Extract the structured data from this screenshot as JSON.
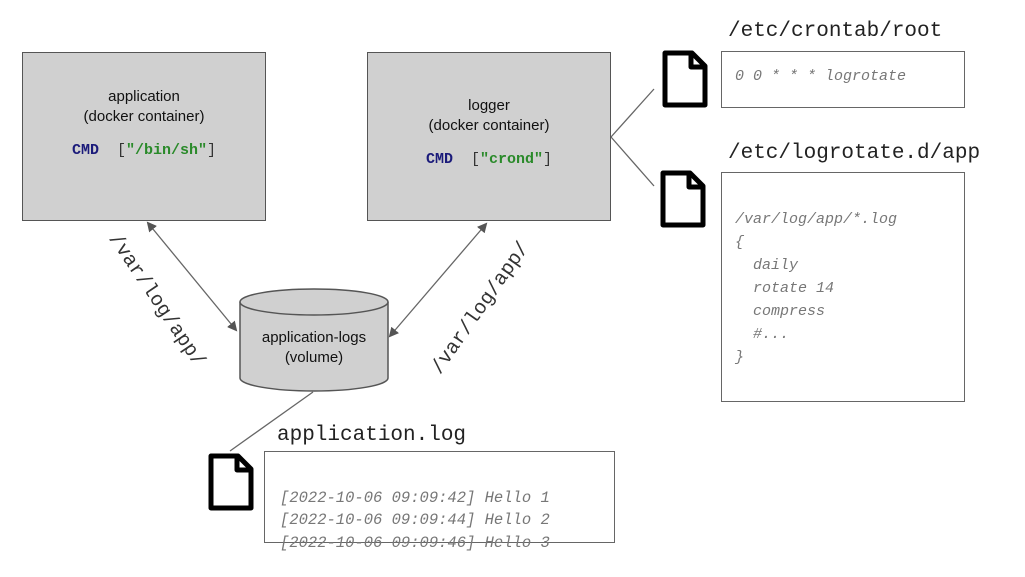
{
  "containers": {
    "application": {
      "title": "application",
      "subtitle": "(docker container)",
      "cmd_keyword": "CMD",
      "cmd_open": "[",
      "cmd_value": "\"/bin/sh\"",
      "cmd_close": "]"
    },
    "logger": {
      "title": "logger",
      "subtitle": "(docker container)",
      "cmd_keyword": "CMD",
      "cmd_open": "[",
      "cmd_value": "\"crond\"",
      "cmd_close": "]"
    }
  },
  "volume": {
    "name": "application-logs",
    "type": "(volume)"
  },
  "mount_paths": {
    "left": "/var/log/app/",
    "right": "/var/log/app/"
  },
  "files": {
    "crontab": {
      "name": "/etc/crontab/root",
      "lines": [
        "0 0 * * * logrotate"
      ]
    },
    "logrotate": {
      "name": "/etc/logrotate.d/app",
      "lines": [
        "/var/log/app/*.log",
        "{",
        "  daily",
        "  rotate 14",
        "  compress",
        "  #...",
        "}"
      ]
    },
    "applog": {
      "name": "application.log",
      "lines": [
        "[2022-10-06 09:09:42] Hello 1",
        "[2022-10-06 09:09:44] Hello 2",
        "[2022-10-06 09:09:46] Hello 3"
      ]
    }
  },
  "colors": {
    "box_fill": "#d0d0d0",
    "keyword": "#1a1a7a",
    "string": "#2a8a2a",
    "file_text": "#777777",
    "line": "#666666"
  },
  "icons": [
    "file-icon"
  ]
}
